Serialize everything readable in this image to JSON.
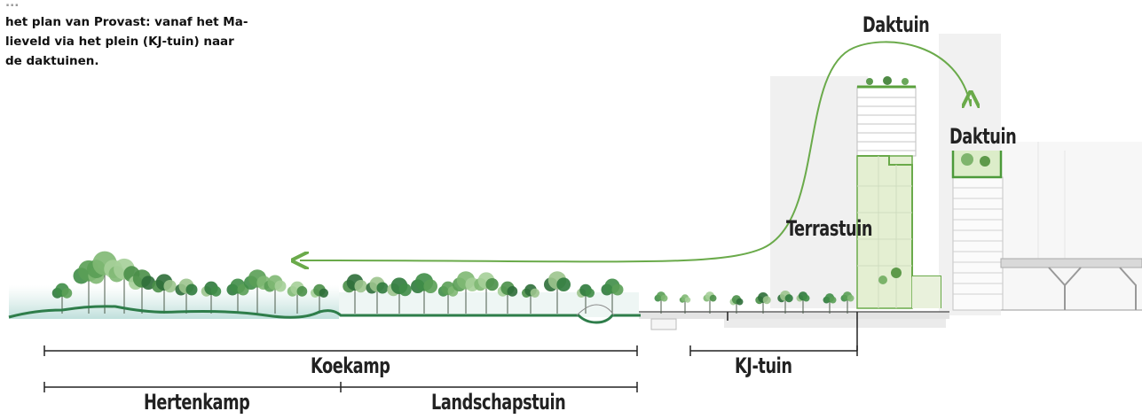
{
  "caption": {
    "line1": "...",
    "line2": "het plan van Provast: vanaf het Ma-",
    "line3": "lieveld via het plein (KJ-tuin) naar",
    "line4": "de daktuinen."
  },
  "labels": {
    "daktuin_top": "Daktuin",
    "daktuin_right": "Daktuin",
    "terrastuin": "Terrastuin",
    "koekamp": "Koekamp",
    "kj_tuin": "KJ-tuin",
    "hertenkamp": "Hertenkamp",
    "landschapstuin": "Landschapstuin"
  },
  "colors": {
    "accent_green": "#6aaa4a",
    "ground_green": "#2e7d4a",
    "water": "#b9dcdb",
    "building": "#ededed",
    "terrace_fill": "#e4efd2"
  }
}
